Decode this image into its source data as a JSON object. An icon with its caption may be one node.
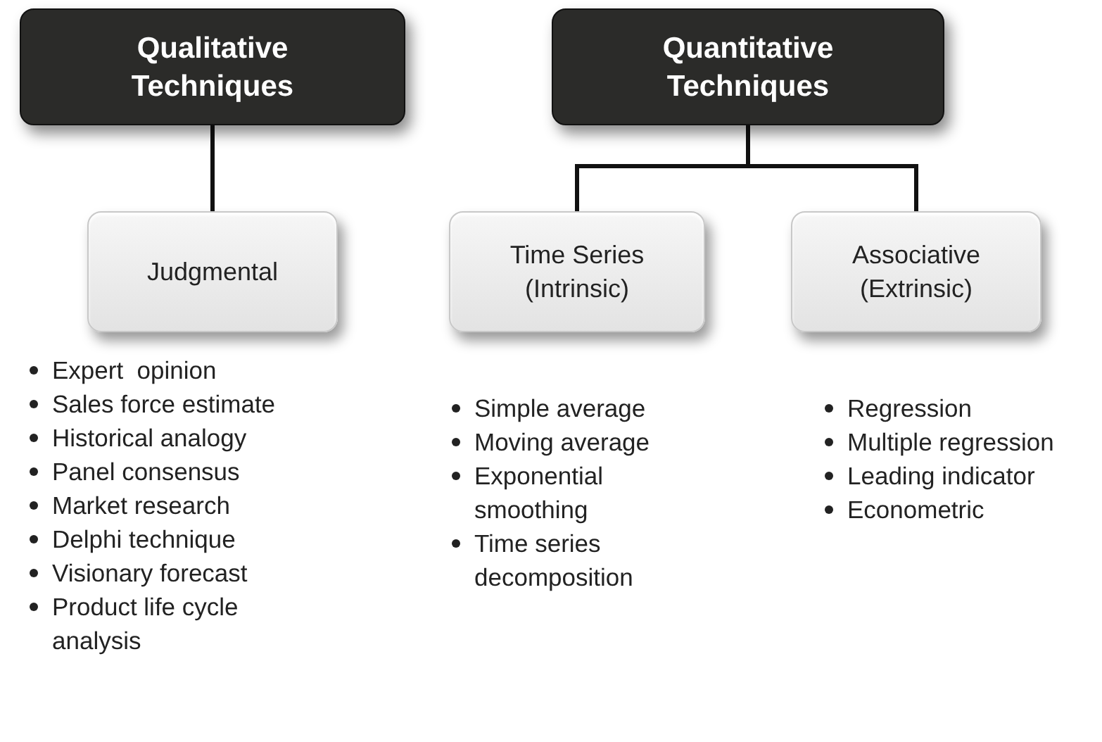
{
  "diagram": {
    "nodes": [
      {
        "text": [
          "Qualitative Techniques"
        ]
      },
      {
        "text": [
          "Quantitative Techniques"
        ]
      },
      {
        "text": [
          "Judgmental"
        ],
        "beside": [
          "Expert  opinion",
          "Sales force estimate",
          "Historical analogy",
          "Panel consensus",
          "Market research",
          "Delphi technique",
          "Visionary forecast",
          "Product life cycle analysis"
        ]
      },
      {
        "text": [
          "Time Series (Intrinsic)"
        ],
        "beside": [
          "Simple average",
          "Moving average",
          "Exponential smoothing",
          "Time series decomposition"
        ]
      },
      {
        "text": [
          "Associative (Extrinsic)"
        ],
        "beside": [
          "Regression",
          "Multiple regression",
          "Leading indicator",
          "Econometric"
        ]
      }
    ],
    "edges": [
      {
        "from": 0,
        "to": 2,
        "arrow": "none"
      },
      {
        "from": 1,
        "to": 3,
        "arrow": "none"
      },
      {
        "from": 1,
        "to": 4,
        "arrow": "none"
      }
    ]
  }
}
